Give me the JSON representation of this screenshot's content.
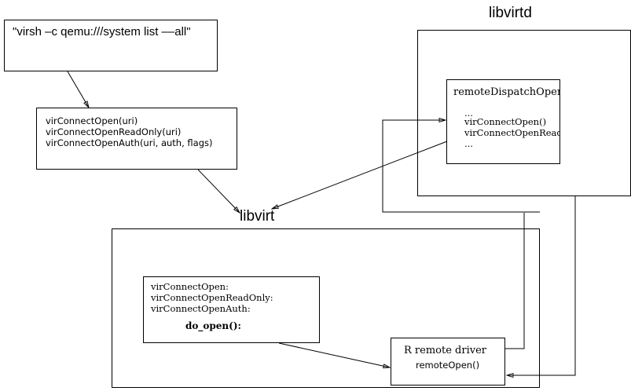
{
  "diagram": {
    "title_libvirtd": "libvirtd",
    "title_libvirt": "libvirt",
    "command_box": {
      "text": "\"virsh –c qemu:///system list ––all\""
    },
    "api_box": {
      "lines": [
        "virConnectOpen(uri)",
        "virConnectOpenReadOnly(uri)",
        "virConnectOpenAuth(uri, auth, flags)"
      ],
      "line0": "virConnectOpen(uri)",
      "line1": "virConnectOpenReadOnly(uri)",
      "line2": "virConnectOpenAuth(uri, auth, flags)"
    },
    "dispatch_box": {
      "title": "remoteDispatchOpen():",
      "line0": "...",
      "line1": "virConnectOpen()",
      "line2": "virConnectOpenReadOnly()",
      "line3": "..."
    },
    "driver_impl_box": {
      "line0": "virConnectOpen:",
      "line1": "virConnectOpenReadOnly:",
      "line2": "virConnectOpenAuth:",
      "call": "do_open():"
    },
    "remote_driver_box": {
      "title": "R remote driver",
      "subtitle": "remoteOpen()"
    },
    "colors": {
      "stroke": "#000000",
      "background": "#ffffff"
    }
  }
}
